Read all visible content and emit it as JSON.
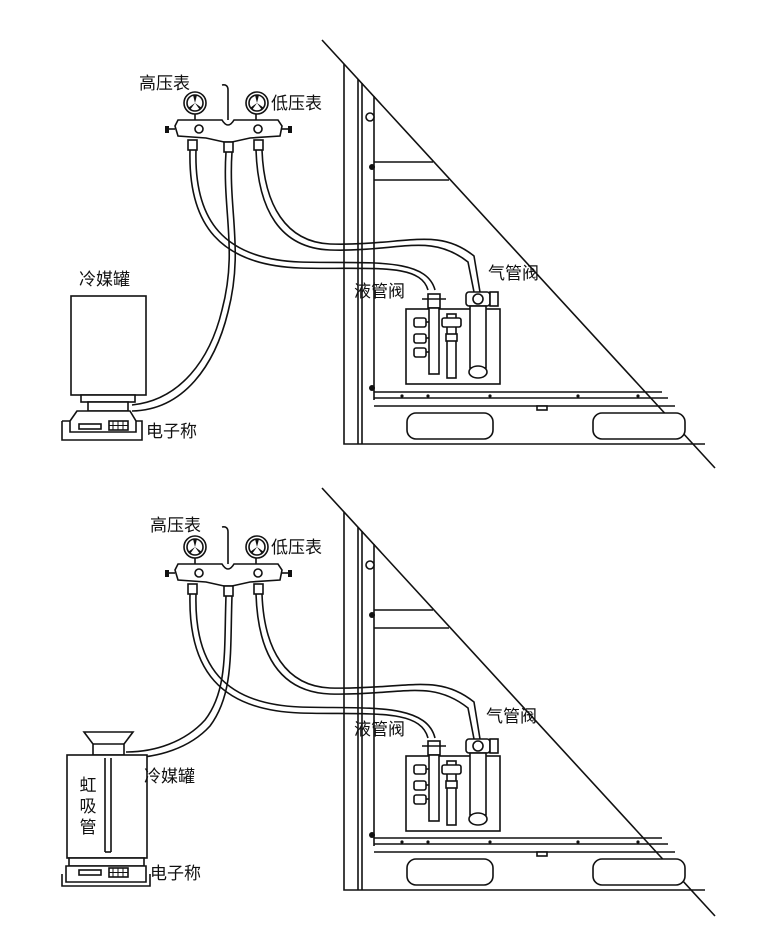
{
  "diagrams": [
    {
      "labels": {
        "high_gauge": "高压表",
        "low_gauge": "低压表",
        "tank": "冷媒罐",
        "scale": "电子称",
        "liquid_valve": "液管阀",
        "gas_valve": "气管阀"
      }
    },
    {
      "labels": {
        "high_gauge": "高压表",
        "low_gauge": "低压表",
        "tank": "冷媒罐",
        "scale": "电子称",
        "liquid_valve": "液管阀",
        "gas_valve": "气管阀",
        "siphon": "虹吸管"
      }
    }
  ]
}
